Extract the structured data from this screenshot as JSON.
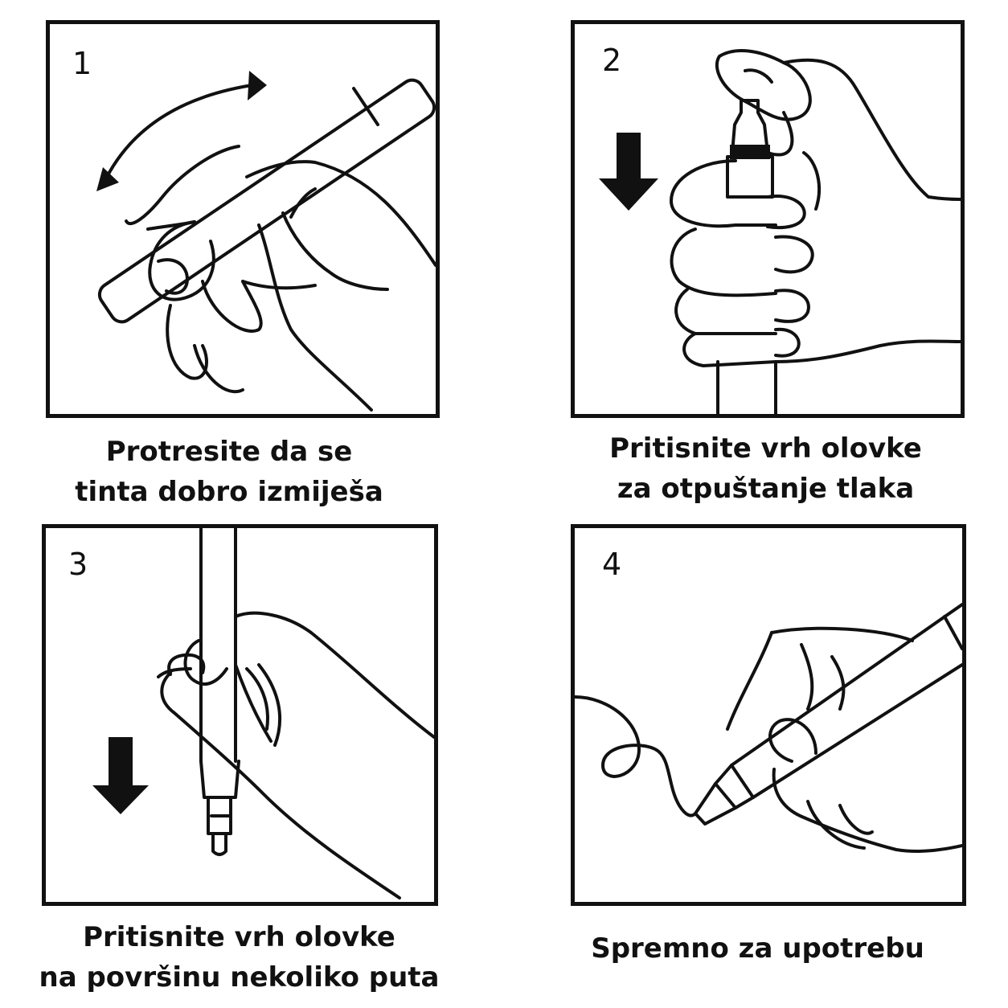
{
  "steps": [
    {
      "number": "1",
      "caption": [
        "Protresite da se",
        "tinta dobro izmiješa"
      ]
    },
    {
      "number": "2",
      "caption": [
        "Pritisnite vrh olovke",
        "za otpuštanje tlaka"
      ]
    },
    {
      "number": "3",
      "caption": [
        "Pritisnite vrh olovke",
        "na površinu nekoliko puta"
      ]
    },
    {
      "number": "4",
      "caption": [
        "Spremno za upotrebu"
      ]
    }
  ],
  "colors": {
    "ink": "#111111",
    "background": "#ffffff"
  }
}
